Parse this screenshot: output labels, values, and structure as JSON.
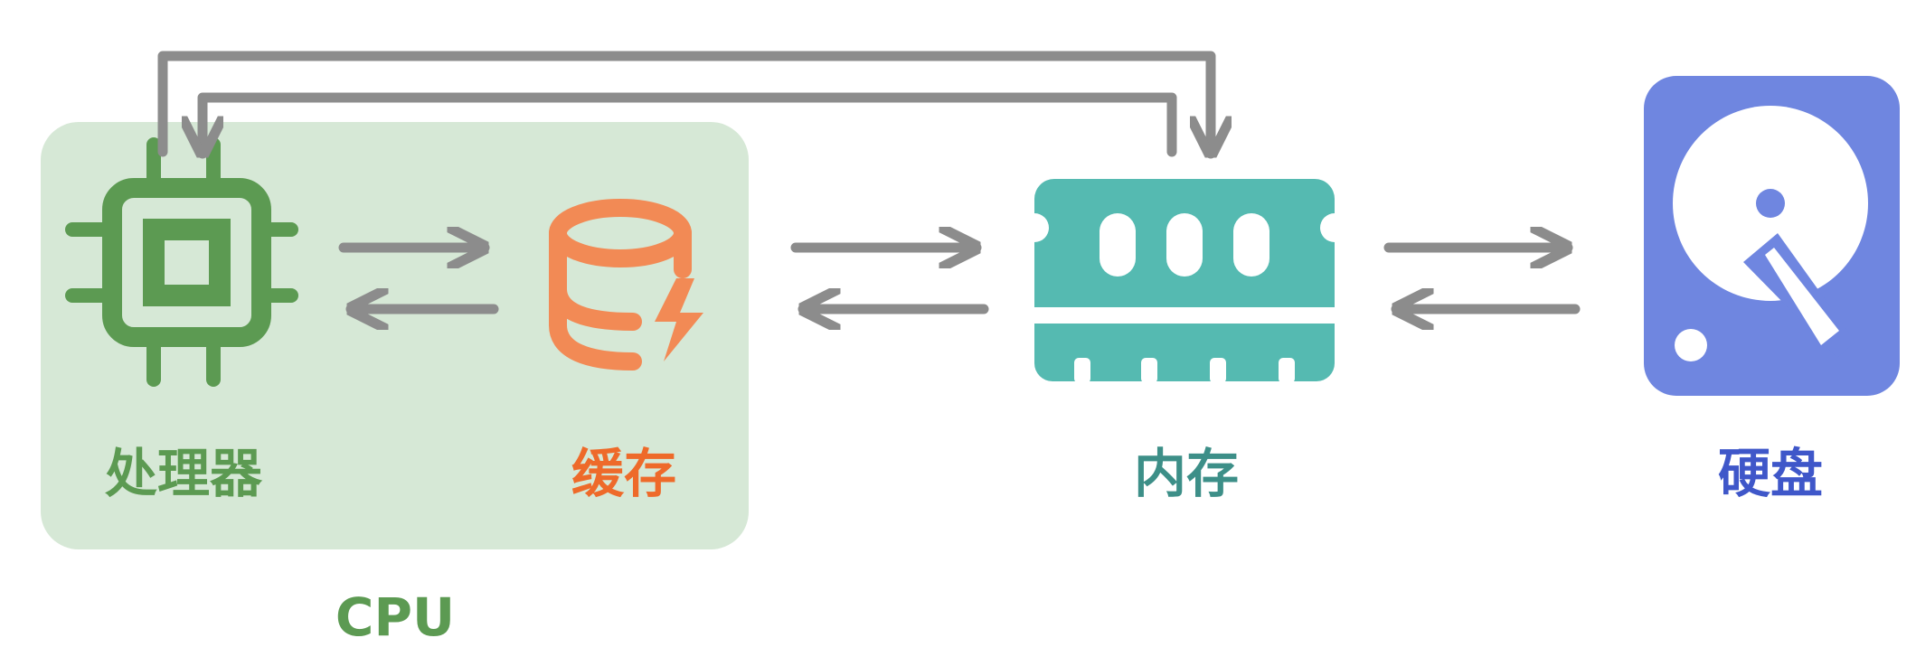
{
  "labels": {
    "processor": "处理器",
    "cache": "缓存",
    "memory": "内存",
    "disk": "硬盘",
    "cpu": "CPU"
  },
  "colors": {
    "cpu_panel": "#D6E8D6",
    "processor": "#5C9A52",
    "cache": "#F28A55",
    "cache_label": "#EE6A2A",
    "memory": "#55BAB1",
    "memory_label": "#3D8F88",
    "disk": "#6F86E0",
    "disk_label": "#3F57C9",
    "arrow": "#8C8C8C"
  },
  "icons": {
    "processor": "cpu-chip-icon",
    "cache": "database-bolt-icon",
    "memory": "ram-module-icon",
    "disk": "hard-drive-icon"
  }
}
